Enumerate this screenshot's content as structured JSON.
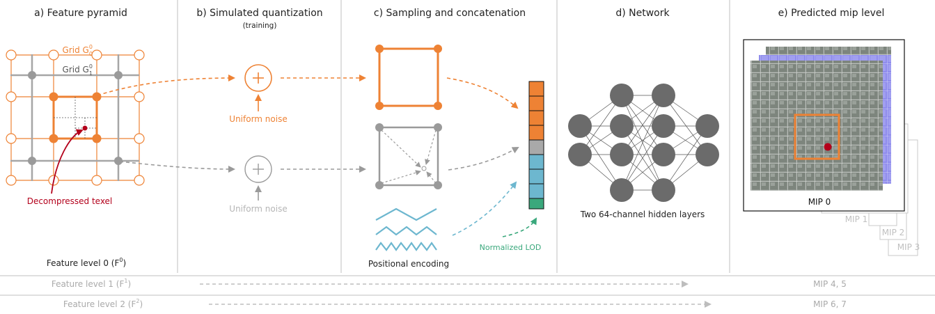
{
  "sections": {
    "a": "a) Feature pyramid",
    "b": "b) Simulated quantization",
    "b_sub": "(training)",
    "c": "c) Sampling and concatenation",
    "d": "d) Network",
    "e": "e) Predicted mip level"
  },
  "panel_a": {
    "grid_g0_base": "Grid G",
    "grid_g0_sup": "0",
    "grid_g0_sub": "0",
    "grid_g1_base": "Grid G",
    "grid_g1_sup": "0",
    "grid_g1_sub": "1",
    "texel_label": "Decompressed texel",
    "level_label_base": "Feature level 0 (F",
    "level_label_sup": "0",
    "level_label_end": ")"
  },
  "panel_b": {
    "noise_top": "Uniform noise",
    "noise_bottom": "Uniform noise"
  },
  "panel_c": {
    "positional_encoding": "Positional encoding",
    "normalized_lod": "Normalized LOD"
  },
  "panel_d": {
    "hidden_layers": "Two 64-channel hidden layers"
  },
  "panel_e": {
    "mip0": "MIP 0",
    "mip1": "MIP 1",
    "mip2": "MIP 2",
    "mip3": "MIP 3"
  },
  "bottom_rows": [
    {
      "label_base": "Feature level 1 (F",
      "label_sup": "1",
      "label_end": ")",
      "mip": "MIP 4, 5"
    },
    {
      "label_base": "Feature level 2 (F",
      "label_sup": "2",
      "label_end": ")",
      "mip": "MIP 6, 7"
    }
  ],
  "colors": {
    "orange": "#ee8234",
    "gray": "#9a9a9a",
    "dark_gray": "#6b6b6b",
    "red": "#b3001b",
    "blue": "#6db7cf",
    "green": "#3aa87c",
    "purple": "#8a86ea"
  }
}
